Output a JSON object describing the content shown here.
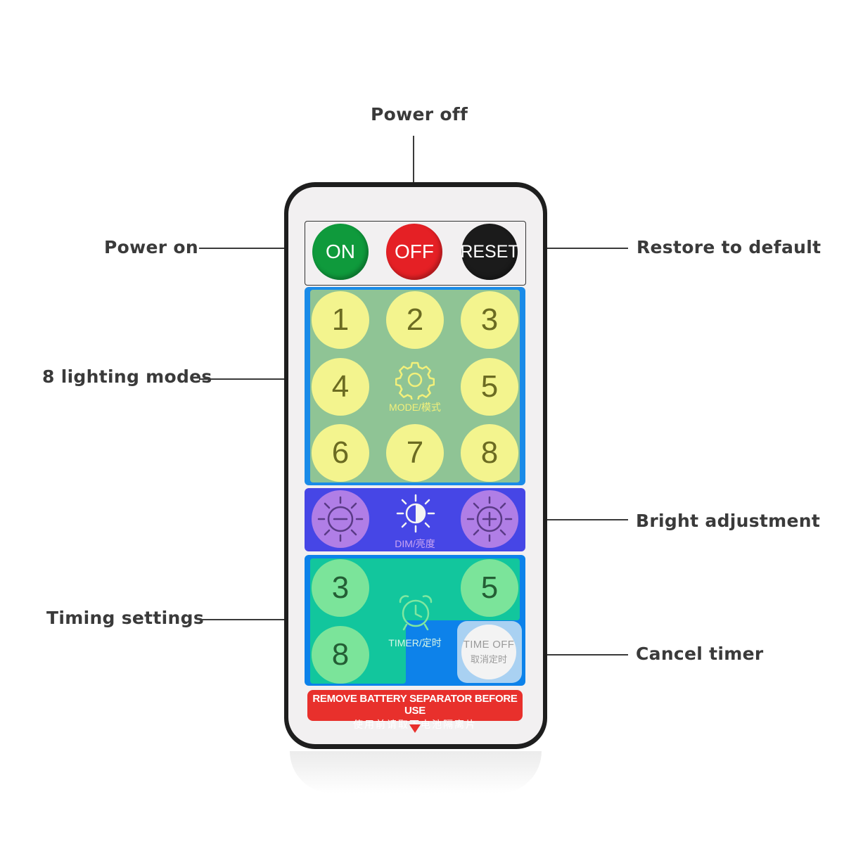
{
  "callouts": {
    "power_off": "Power off",
    "power_on": "Power on",
    "restore": "Restore to default",
    "lighting_modes": "8 lighting modes",
    "bright": "Bright adjustment",
    "timing": "Timing settings",
    "cancel_timer": "Cancel timer"
  },
  "power_buttons": {
    "on": "ON",
    "off": "OFF",
    "reset": "RESET"
  },
  "colors": {
    "on": "#0f9a3c",
    "off": "#e52025",
    "reset": "#1b1b1b"
  },
  "mode": {
    "buttons": [
      "1",
      "2",
      "3",
      "4",
      "5",
      "6",
      "7",
      "8"
    ],
    "label": "MODE/模式",
    "icon": "gear-icon"
  },
  "dim": {
    "label": "DIM/亮度",
    "minus_icon": "brightness-down-icon",
    "center_icon": "brightness-icon",
    "plus_icon": "brightness-up-icon"
  },
  "timer": {
    "buttons": [
      "3",
      "5",
      "8"
    ],
    "label": "TIMER/定时",
    "icon": "alarm-clock-icon",
    "cancel_line1": "TIME OFF",
    "cancel_line2": "取消定时"
  },
  "warning": {
    "line1": "REMOVE BATTERY SEPARATOR BEFORE USE",
    "line2": "使用前请取下电池隔离片"
  }
}
